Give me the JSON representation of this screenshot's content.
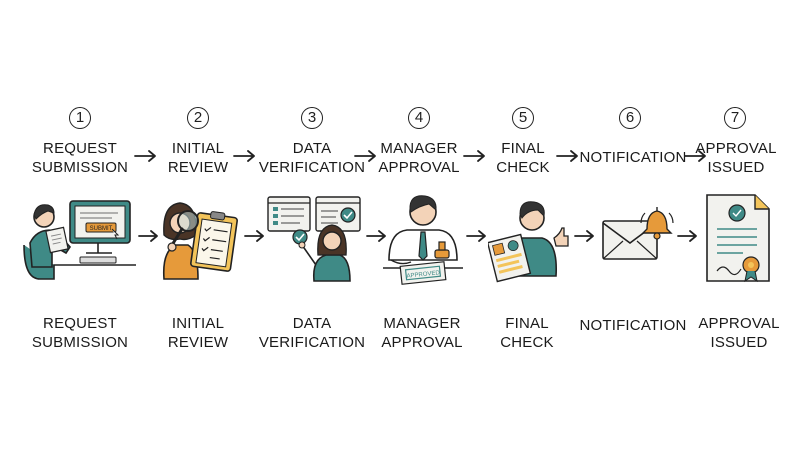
{
  "colors": {
    "teal": "#3f8a86",
    "teal_light": "#6fb3ae",
    "orange": "#e69a3a",
    "yellow": "#f3c45a",
    "ink": "#222222",
    "skin": "#f3d3b8",
    "paper": "#f2f2ee"
  },
  "steps": [
    {
      "number": "1",
      "top_label": "REQUEST\nSUBMISSION",
      "bottom_label": "REQUEST\nSUBMISSION",
      "icon": "person-at-computer-submit-icon"
    },
    {
      "number": "2",
      "top_label": "INITIAL\nREVIEW",
      "bottom_label": "INITIAL\nREVIEW",
      "icon": "magnifier-clipboard-icon"
    },
    {
      "number": "3",
      "top_label": "DATA\nVERIFICATION",
      "bottom_label": "DATA\nVERIFICATION",
      "icon": "verification-screens-icon"
    },
    {
      "number": "4",
      "top_label": "MANAGER\nAPPROVAL",
      "bottom_label": "MANAGER\nAPPROVAL",
      "icon": "manager-stamp-icon"
    },
    {
      "number": "5",
      "top_label": "FINAL\nCHECK",
      "bottom_label": "FINAL\nCHECK",
      "icon": "person-report-thumbsup-icon"
    },
    {
      "number": "6",
      "top_label": "NOTIFICATION",
      "bottom_label": "NOTIFICATION",
      "icon": "envelope-bell-icon"
    },
    {
      "number": "7",
      "top_label": "APPROVAL\nISSUED",
      "bottom_label": "APPROVAL\nISSUED",
      "icon": "certificate-icon"
    }
  ],
  "illustration_text": {
    "submit_button": "SUBMIT",
    "stamp": "APPROVED"
  }
}
